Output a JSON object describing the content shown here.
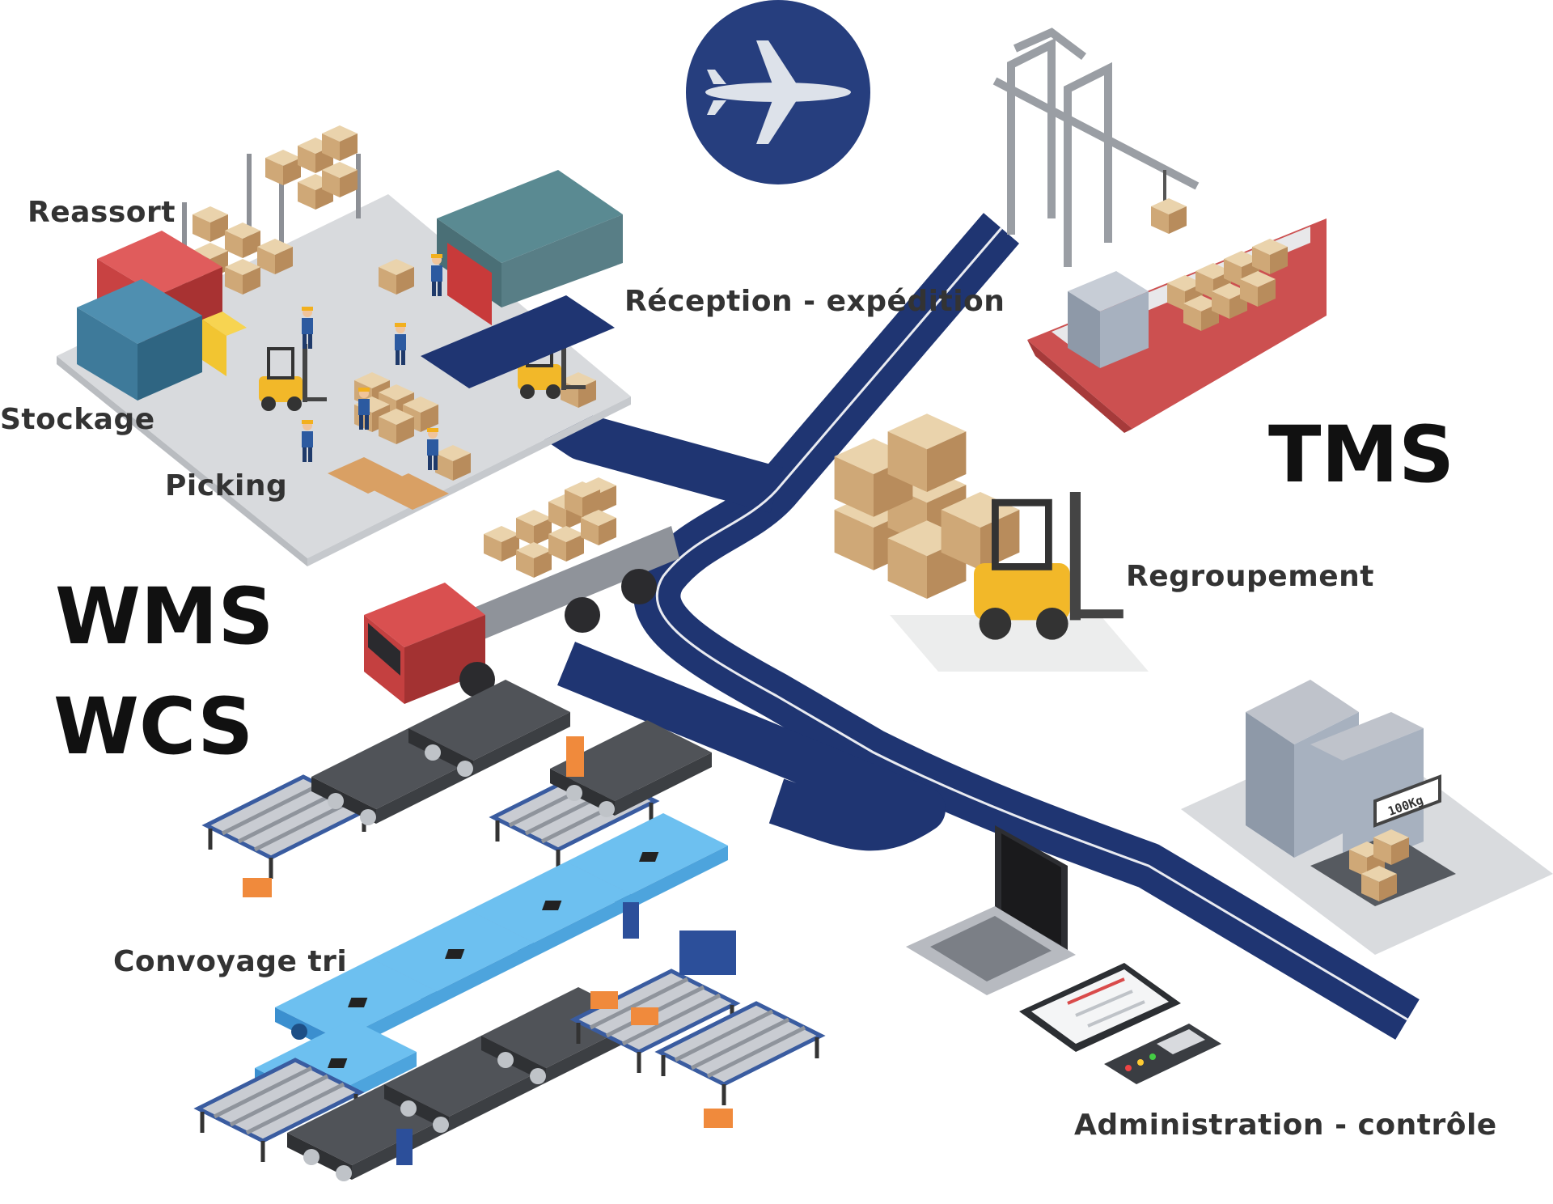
{
  "labels": {
    "reassort": "Reassort",
    "stockage": "Stockage",
    "picking": "Picking",
    "reception": "Réception - expédition",
    "regroupement": "Regroupement",
    "convoyage": "Convoyage tri",
    "administration": "Administration - contrôle"
  },
  "systems": {
    "tms": "TMS",
    "wms": "WMS",
    "wcs": "WCS"
  },
  "illustration": {
    "scale_sign": "100Kg",
    "icons": [
      "airplane-icon",
      "warehouse-icon",
      "container-icon",
      "shelf-icon",
      "forklift-icon",
      "truck-icon",
      "ship-icon",
      "crane-icon",
      "building-icon",
      "conveyor-icon",
      "laptop-icon",
      "clipboard-icon",
      "payment-terminal-icon",
      "box-icon"
    ]
  },
  "colors": {
    "road": "#1f3572",
    "plane_circle": "#263e7e",
    "container_red": "#d04848",
    "container_blue": "#3e7a9a",
    "container_yellow": "#f2c531",
    "box": "#d6b48a",
    "forklift": "#f0a525",
    "conveyor_blue": "#5ab2ea",
    "ship_hull": "#cc5050"
  }
}
